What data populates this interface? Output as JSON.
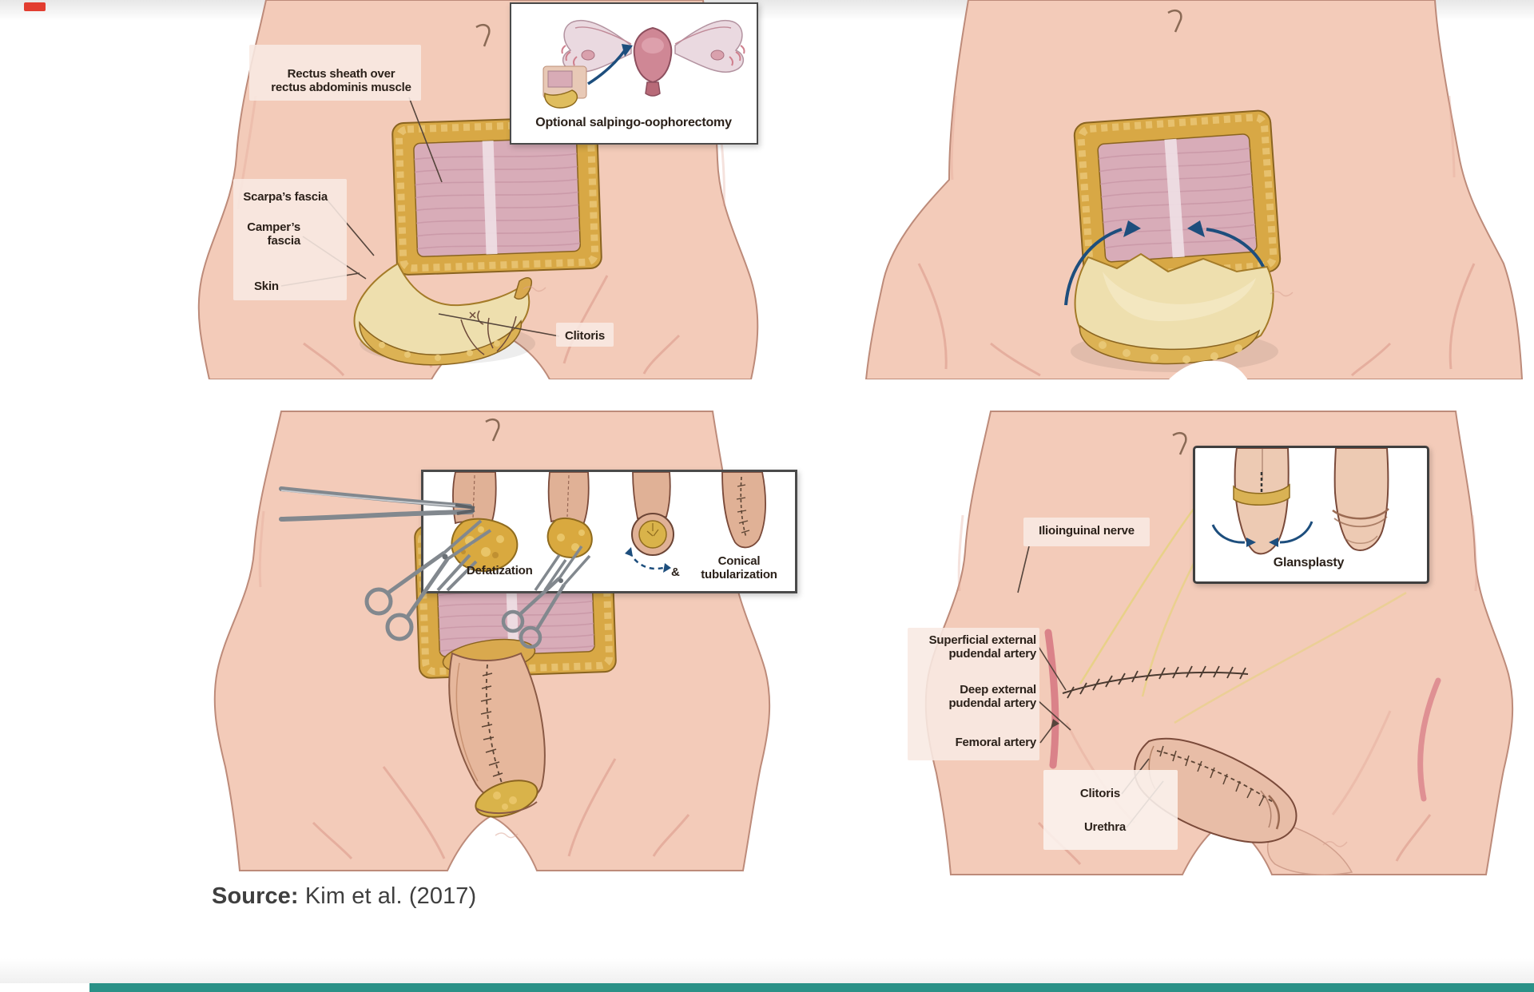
{
  "figure": {
    "p1": {
      "rectus": "Rectus sheath over\nrectus abdominis muscle",
      "scarpas": "Scarpa’s fascia",
      "campers": "Camper’s\nfascia",
      "skin": "Skin",
      "clitoris": "Clitoris",
      "inset_caption": "Optional salpingo-oophorectomy"
    },
    "p3": {
      "defatization": "Defatization",
      "ampersand": "&",
      "conical": "Conical\ntubularization"
    },
    "p4": {
      "ilioinguinal": "Ilioinguinal nerve",
      "superficial": "Superficial external\npudendal artery",
      "deep": "Deep external\npudendal artery",
      "femoral": "Femoral artery",
      "clitoris": "Clitoris",
      "urethra": "Urethra",
      "inset_caption": "Glansplasty"
    },
    "colors": {
      "skin": "#f3cbb9",
      "muscle": "#d8acb8",
      "fat": "#d8a845",
      "arrow_navy": "#1d4e7d",
      "steel": "#82888e",
      "label_bg": "#f8e9e3",
      "top_marker_red": "#e23d30",
      "bottom_bar_teal": "#2a9187"
    }
  },
  "caption": {
    "prefix": "Source:",
    "rest": " Kim et al. (2017)"
  }
}
